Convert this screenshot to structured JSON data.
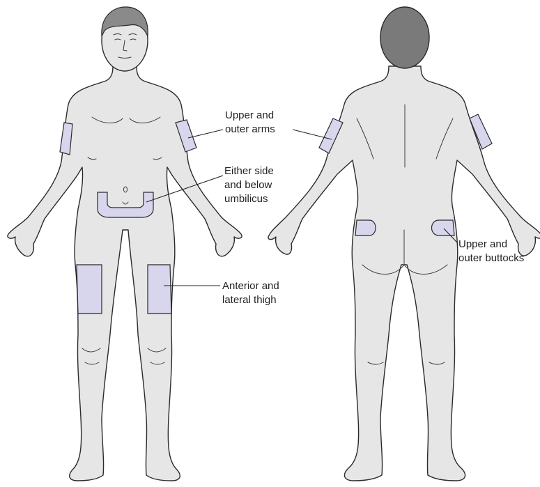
{
  "labels": {
    "arms": [
      "Upper and",
      "outer arms"
    ],
    "umbilicus": [
      "Either side",
      "and below",
      "umbilicus"
    ],
    "thigh": [
      "Anterior and",
      "lateral thigh"
    ],
    "buttocks": [
      "Upper and",
      "outer buttocks"
    ]
  },
  "colors": {
    "skin": "#e6e6e6",
    "site": "#d8d6ec",
    "hair": "#8a8a8a",
    "outline": "#2a2a2a"
  }
}
